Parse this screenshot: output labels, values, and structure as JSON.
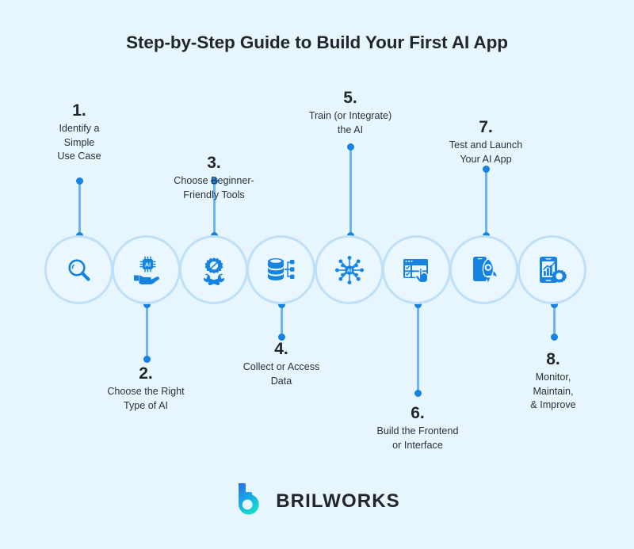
{
  "header": {
    "title": "Step-by-Step Guide to Build Your First AI App"
  },
  "colors": {
    "background": "#e7f5fd",
    "circle_ring": "#bfe0f7",
    "circle_fill": "#eaf7fe",
    "icon_blue": "#1683e0",
    "connector_line": "#6cb6ef",
    "connector_dot": "#1683e0",
    "title_text": "#22262b",
    "logo_gradient_start": "#1f6fe5",
    "logo_gradient_end": "#19d3d3"
  },
  "steps": [
    {
      "number": "1.",
      "label": "Identify a\nSimple\nUse Case",
      "icon": "magnifying-glass-icon",
      "label_position": "above"
    },
    {
      "number": "2.",
      "label": "Choose the Right\nType of AI",
      "icon": "hand-holding-ai-chip-icon",
      "label_position": "below"
    },
    {
      "number": "3.",
      "label": "Choose Beginner-\nFriendly Tools",
      "icon": "gear-wrench-icon",
      "label_position": "above"
    },
    {
      "number": "4.",
      "label": "Collect or Access\nData",
      "icon": "database-network-icon",
      "label_position": "below"
    },
    {
      "number": "5.",
      "label": "Train (or Integrate)\nthe AI",
      "icon": "neural-network-hub-icon",
      "label_position": "above"
    },
    {
      "number": "6.",
      "label": "Build the Frontend\nor Interface",
      "icon": "browser-window-cursor-icon",
      "label_position": "below"
    },
    {
      "number": "7.",
      "label": "Test and Launch\nYour AI App",
      "icon": "phone-rocket-launch-icon",
      "label_position": "above"
    },
    {
      "number": "8.",
      "label": "Monitor,\nMaintain,\n& Improve",
      "icon": "phone-chart-gear-icon",
      "label_position": "below"
    }
  ],
  "footer": {
    "logo_name": "BRILWORKS",
    "logo_mark": "brilworks-b-logo-icon"
  }
}
